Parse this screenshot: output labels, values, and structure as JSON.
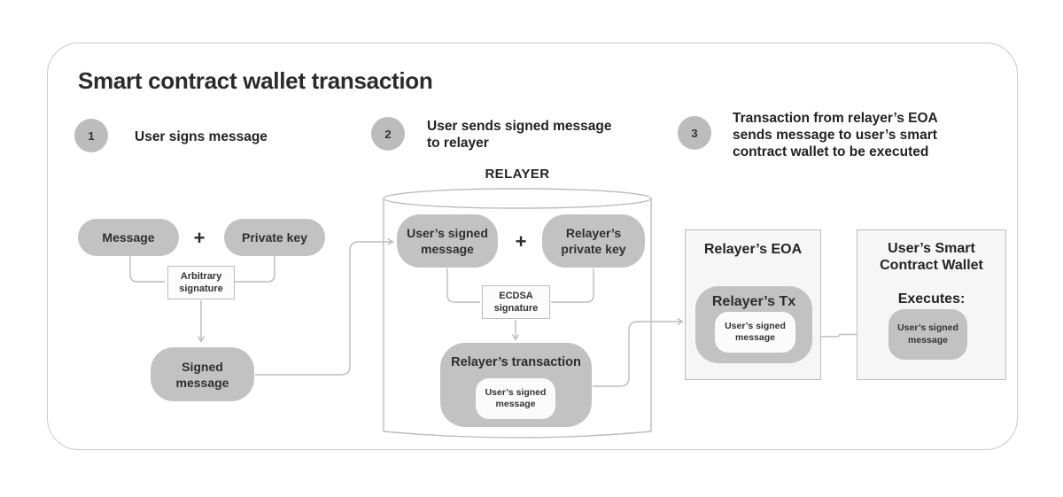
{
  "title": "Smart contract wallet transaction",
  "steps": [
    {
      "number": "1",
      "label": "User signs message"
    },
    {
      "number": "2",
      "label": "User sends signed message\nto relayer"
    },
    {
      "number": "3",
      "label": "Transaction from relayer’s EOA\nsends message to user’s smart\ncontract wallet to be executed"
    }
  ],
  "user_flow": {
    "message_label": "Message",
    "plus": "+",
    "private_key_label": "Private key",
    "arbitrary_signature_label": "Arbitrary\nsignature",
    "signed_message_label": "Signed\nmessage"
  },
  "relayer": {
    "title": "RELAYER",
    "users_signed_message_label": "User’s signed\nmessage",
    "plus": "+",
    "private_key_label": "Relayer’s\nprivate key",
    "ecdsa_signature_label": "ECDSA\nsignature",
    "transaction_label": "Relayer’s transaction",
    "transaction_payload_label": "User’s signed\nmessage"
  },
  "relayer_eoa": {
    "title": "Relayer’s EOA",
    "tx_label": "Relayer’s Tx",
    "payload_label": "User’s signed\nmessage"
  },
  "wallet": {
    "title": "User’s Smart\nContract Wallet",
    "executes_label": "Executes:",
    "payload_label": "User’s signed\nmessage"
  },
  "colors": {
    "pill_gray": "#c2c2c2",
    "step_circle_gray": "#bcbcbc",
    "connector_gray": "#bcbcbc",
    "panel_bg": "#f6f6f6",
    "panel_border": "#bdbdbd",
    "container_border": "#c9c9c9",
    "text": "#2b2b2b"
  }
}
